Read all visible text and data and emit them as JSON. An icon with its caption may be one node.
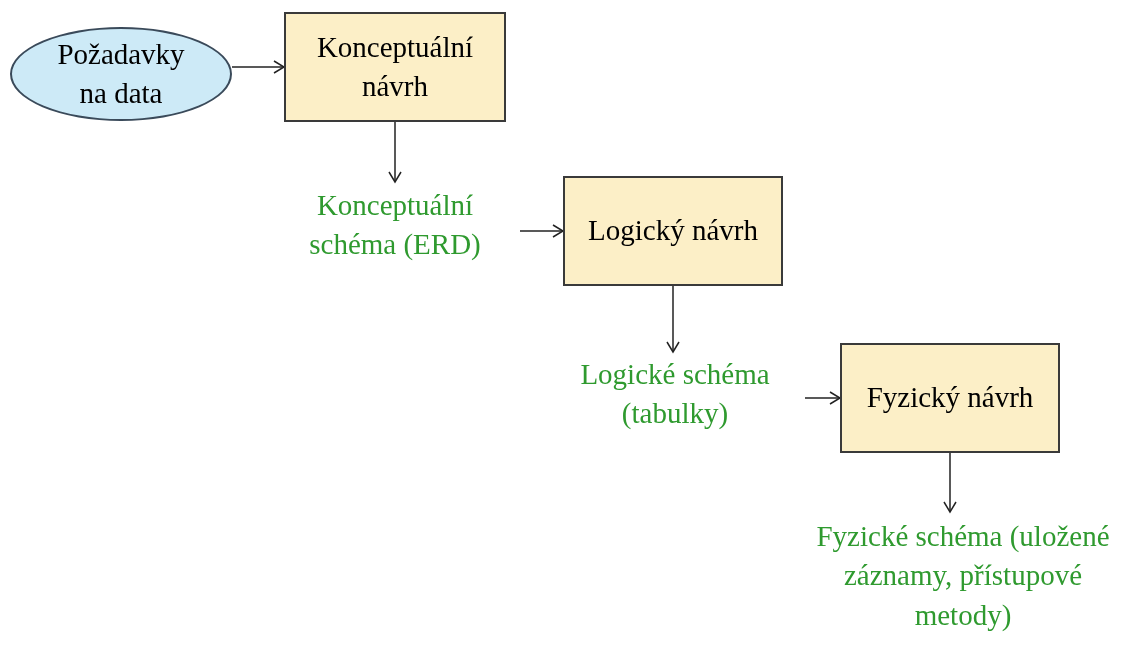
{
  "diagram": {
    "nodes": [
      {
        "text": [
          "Požadavky na data"
        ]
      },
      {
        "text": [
          "Konceptuální návrh"
        ]
      },
      {
        "text": [
          "Konceptuální schéma (ERD)"
        ]
      },
      {
        "text": [
          "Logický návrh"
        ]
      },
      {
        "text": [
          "Logické schéma (tabulky)"
        ]
      },
      {
        "text": [
          "Fyzický návrh"
        ]
      },
      {
        "text": [
          "Fyzické schéma (uložené záznamy, přístupové metody)"
        ]
      }
    ],
    "edges": [
      {
        "from": 0,
        "to": 1,
        "arrow": "to"
      },
      {
        "from": 1,
        "to": 2,
        "arrow": "to"
      },
      {
        "from": 2,
        "to": 3,
        "arrow": "to"
      },
      {
        "from": 3,
        "to": 4,
        "arrow": "to"
      },
      {
        "from": 4,
        "to": 5,
        "arrow": "to"
      },
      {
        "from": 5,
        "to": 6,
        "arrow": "to"
      }
    ]
  }
}
